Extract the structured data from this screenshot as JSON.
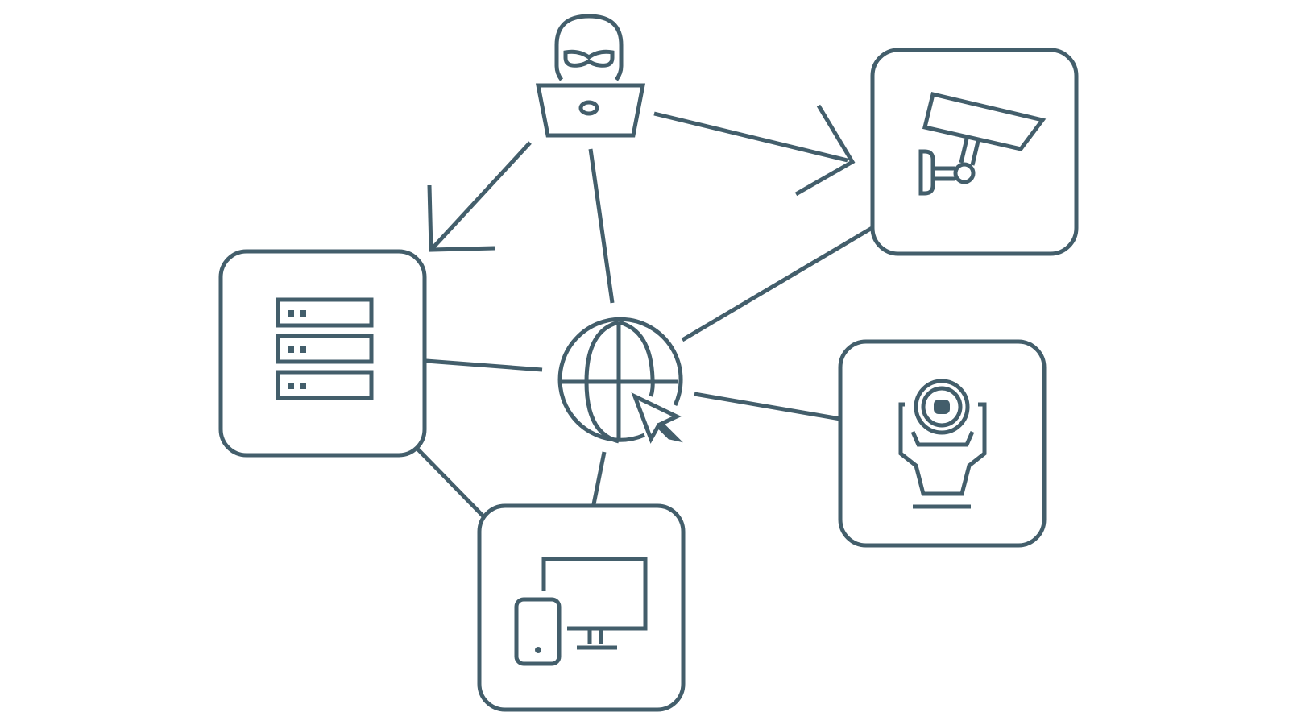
{
  "colors": {
    "stroke": "#435e6b",
    "background": "#ffffff"
  },
  "nodes": [
    {
      "id": "attacker",
      "icon": "hacker-with-laptop-icon"
    },
    {
      "id": "internet",
      "icon": "globe-with-cursor-icon"
    },
    {
      "id": "server",
      "icon": "server-rack-icon"
    },
    {
      "id": "camera",
      "icon": "security-camera-icon"
    },
    {
      "id": "webcam",
      "icon": "webcam-icon"
    },
    {
      "id": "devices",
      "icon": "monitor-and-phone-icon"
    }
  ],
  "edges": [
    {
      "from": "attacker",
      "to": "server",
      "arrow": true
    },
    {
      "from": "attacker",
      "to": "camera",
      "arrow": true
    },
    {
      "from": "attacker",
      "to": "internet",
      "arrow": false
    },
    {
      "from": "internet",
      "to": "server",
      "arrow": false
    },
    {
      "from": "internet",
      "to": "camera",
      "arrow": false
    },
    {
      "from": "internet",
      "to": "webcam",
      "arrow": false
    },
    {
      "from": "internet",
      "to": "devices",
      "arrow": false
    },
    {
      "from": "server",
      "to": "devices",
      "arrow": false
    }
  ]
}
